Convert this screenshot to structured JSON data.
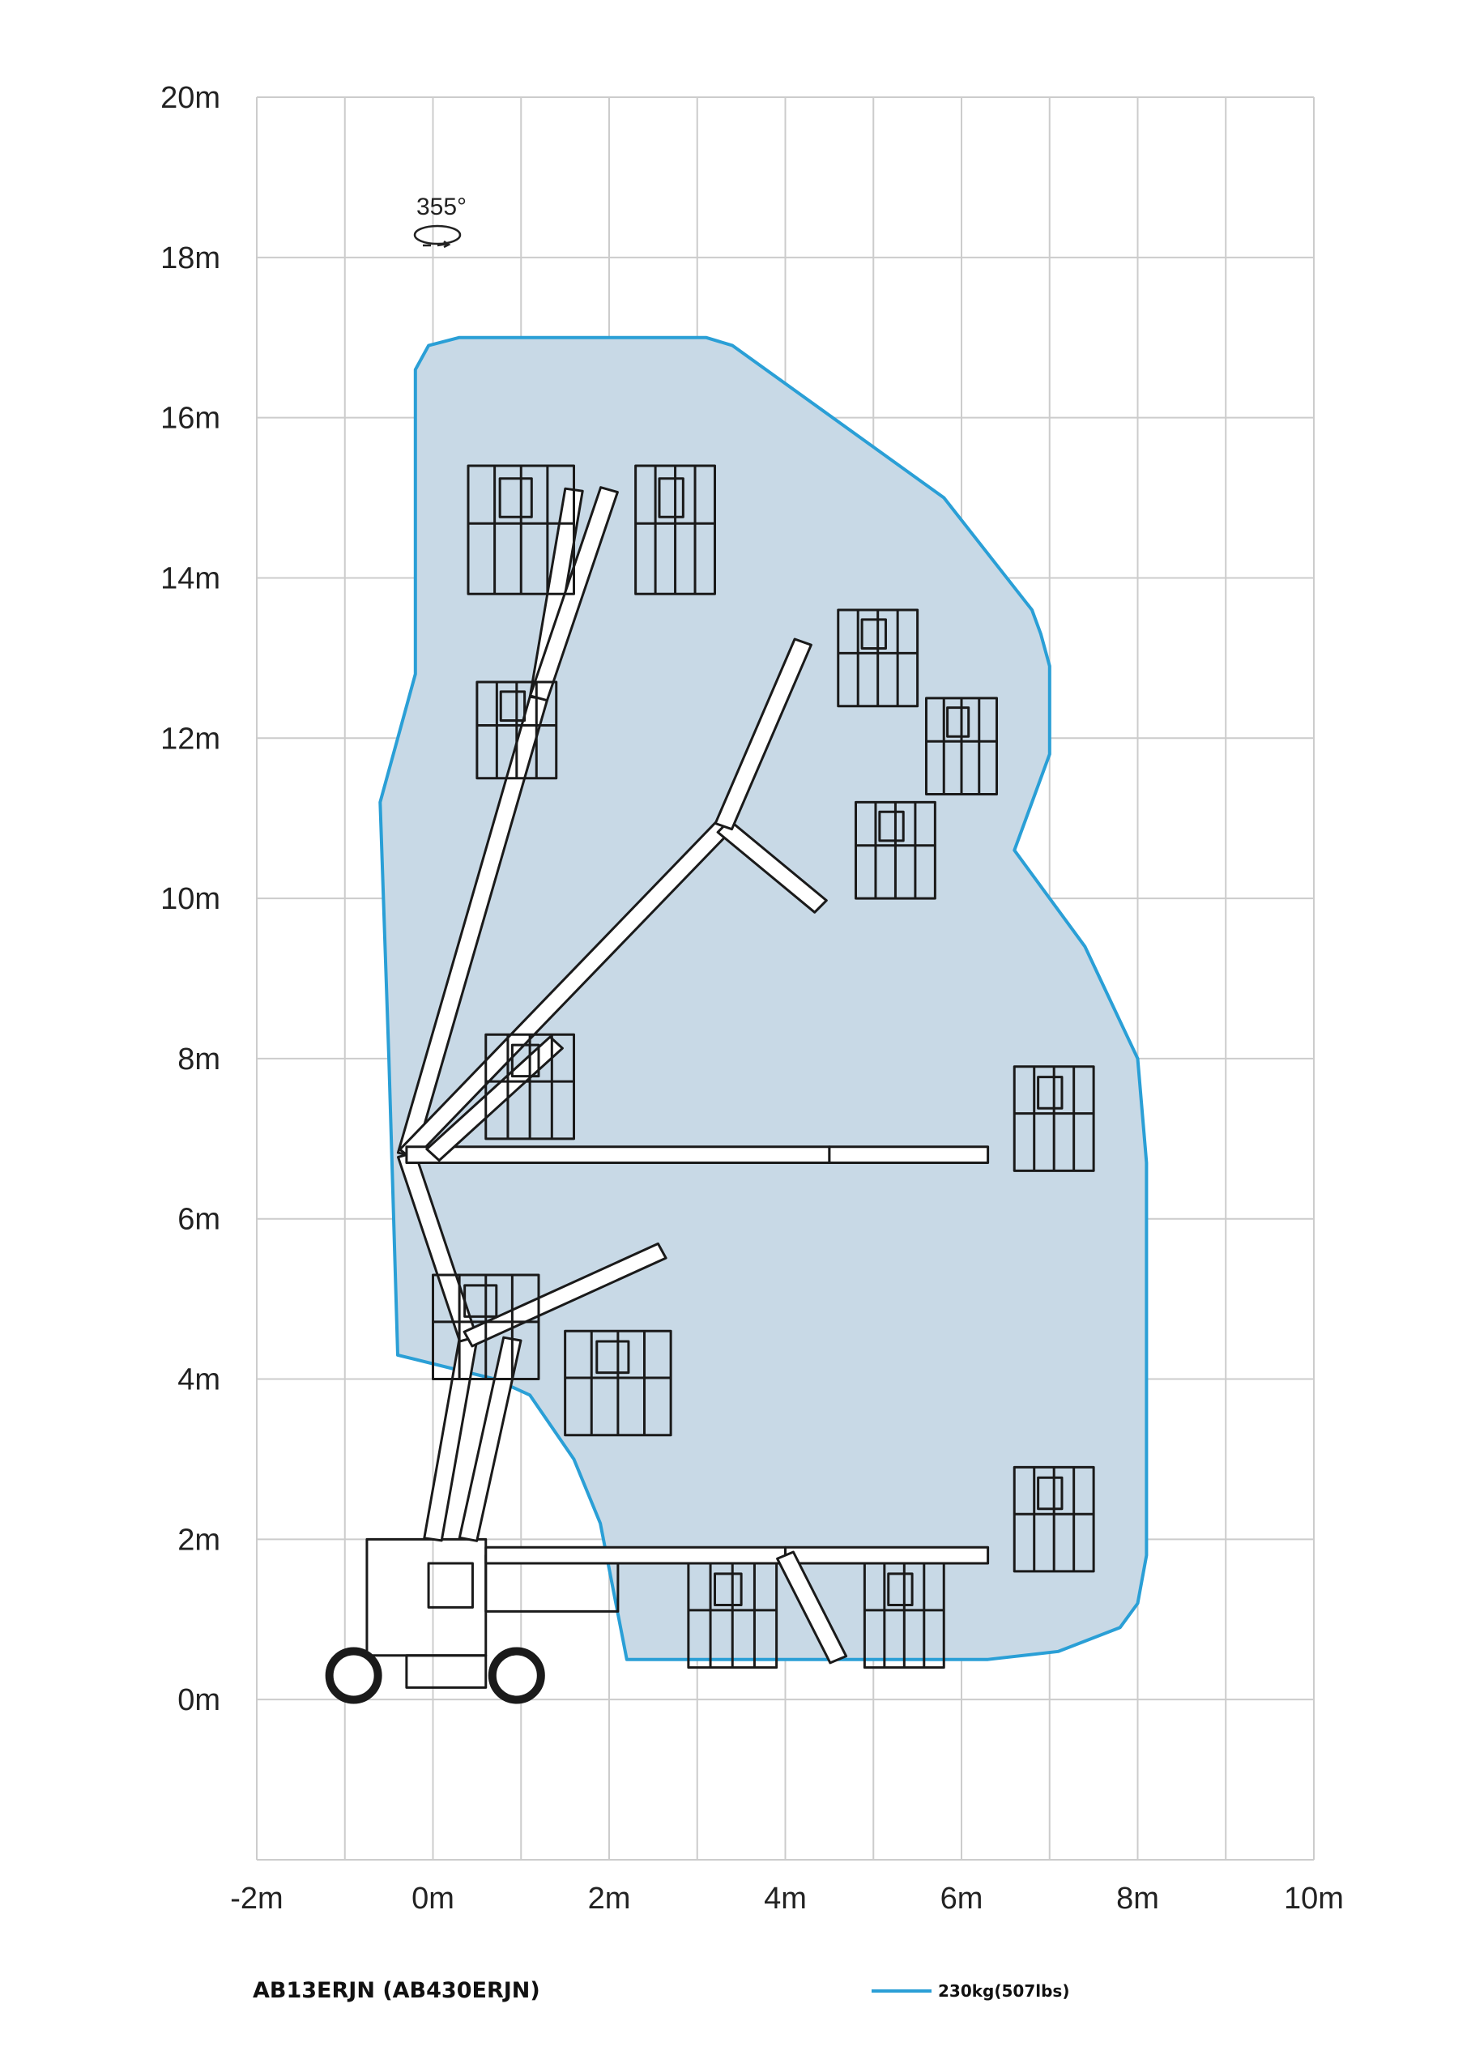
{
  "chart_data": {
    "type": "area",
    "x_ticks": [
      "-2m",
      "0m",
      "2m",
      "4m",
      "6m",
      "8m",
      "10m"
    ],
    "y_ticks": [
      "0m",
      "2m",
      "4m",
      "6m",
      "8m",
      "10m",
      "12m",
      "14m",
      "16m",
      "18m",
      "20m"
    ],
    "xlim": [
      -2,
      10
    ],
    "ylim": [
      -2,
      20
    ],
    "grid": true,
    "rotation_label": "355°",
    "envelope": [
      [
        -0.2,
        16.6
      ],
      [
        -0.05,
        16.9
      ],
      [
        0.3,
        17.0
      ],
      [
        3.1,
        17.0
      ],
      [
        3.4,
        16.9
      ],
      [
        5.8,
        15.0
      ],
      [
        6.8,
        13.6
      ],
      [
        6.9,
        13.3
      ],
      [
        7.0,
        12.9
      ],
      [
        7.0,
        11.8
      ],
      [
        6.6,
        10.6
      ],
      [
        7.4,
        9.4
      ],
      [
        8.0,
        8.0
      ],
      [
        8.1,
        6.7
      ],
      [
        8.1,
        1.8
      ],
      [
        8.0,
        1.2
      ],
      [
        7.8,
        0.9
      ],
      [
        7.1,
        0.6
      ],
      [
        6.3,
        0.5
      ],
      [
        2.2,
        0.5
      ],
      [
        1.9,
        2.2
      ],
      [
        1.6,
        3.0
      ],
      [
        1.1,
        3.8
      ],
      [
        0.7,
        4.0
      ],
      [
        -0.4,
        4.3
      ],
      [
        -0.5,
        8.0
      ],
      [
        -0.6,
        11.2
      ],
      [
        -0.2,
        12.8
      ],
      [
        -0.2,
        16.6
      ]
    ],
    "series": [
      {
        "name": "230kg(507lbs)",
        "color": "#2a9fd6",
        "fill": "#c8d9e6"
      }
    ]
  },
  "footer": {
    "model": "AB13ERJN (AB430ERJN)",
    "legend_label": "230kg(507lbs)"
  },
  "colors": {
    "envelope_stroke": "#2a9fd6",
    "envelope_fill": "#c8d9e6",
    "grid": "#cccccc",
    "machine": "#1a1a1a"
  }
}
